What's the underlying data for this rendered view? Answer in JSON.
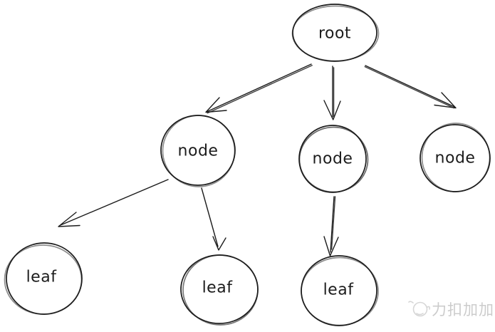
{
  "diagram": {
    "type": "tree",
    "ink_color": "#1c1c1c",
    "background": "#ffffff",
    "nodes": [
      {
        "id": "root",
        "label": "root",
        "level": "root"
      },
      {
        "id": "node-left",
        "label": "node",
        "level": "internal"
      },
      {
        "id": "node-middle",
        "label": "node",
        "level": "internal"
      },
      {
        "id": "node-right",
        "label": "node",
        "level": "internal"
      },
      {
        "id": "leaf-left",
        "label": "leaf",
        "level": "leaf"
      },
      {
        "id": "leaf-middle",
        "label": "leaf",
        "level": "leaf"
      },
      {
        "id": "leaf-right",
        "label": "leaf",
        "level": "leaf"
      }
    ],
    "edges": [
      {
        "from": "root",
        "to": "node-left"
      },
      {
        "from": "root",
        "to": "node-middle"
      },
      {
        "from": "root",
        "to": "node-right"
      },
      {
        "from": "node-left",
        "to": "leaf-left"
      },
      {
        "from": "node-left",
        "to": "leaf-middle"
      },
      {
        "from": "node-middle",
        "to": "leaf-right"
      }
    ]
  },
  "watermark": {
    "text": "力扣加加",
    "text_color": "#cccccc",
    "icon": "brand-logo-icon",
    "icon_color": "#d6d6d6"
  }
}
